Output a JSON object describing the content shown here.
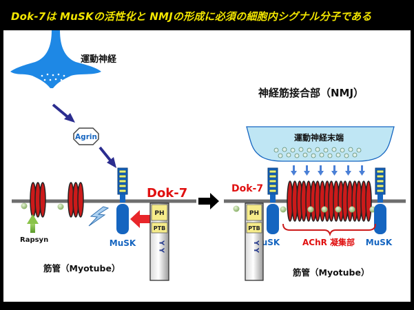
{
  "title": "Dok-7は MuSKの活性化と NMJの形成に必須の細胞内シグナル分子である",
  "colors": {
    "title_text": "#f2e600",
    "background": "#000000",
    "panel": "#ffffff",
    "membrane": "#6e6e6e",
    "achr_red": "#cc1a1a",
    "musk_blue": "#1565c0",
    "dok7_red": "#e01010",
    "terminal_fill": "#bfe6f4",
    "arrow_navy": "#2b2d8f",
    "rapsyn_green": "#8ac34a"
  },
  "left": {
    "motor_nerve_label": "運動神経",
    "agrin_label": "Agrin",
    "rapsyn_label": "Rapsyn",
    "musk_label": "MuSK",
    "dok7_label": "Dok-7",
    "ph_label": "PH",
    "ptb_label": "PTB",
    "yy_label": "Y Y",
    "myotube_label": "筋管（Myotube）"
  },
  "right": {
    "nmj_title": "神経筋接合部（NMJ）",
    "terminal_label": "運動神経末端",
    "dok7_label": "Dok-7",
    "ph_label": "PH",
    "ptb_label": "PTB",
    "yy_label": "Y Y",
    "musk_left_label": "MuSK",
    "musk_right_label": "MuSK",
    "achr_cluster_label": "AChR 凝集部",
    "myotube_label": "筋管（Myotube）"
  },
  "icons": {
    "transition_arrow": "right-arrow-icon",
    "pointer_arrow": "left-arrow-icon",
    "activation": "lightning-icon"
  }
}
